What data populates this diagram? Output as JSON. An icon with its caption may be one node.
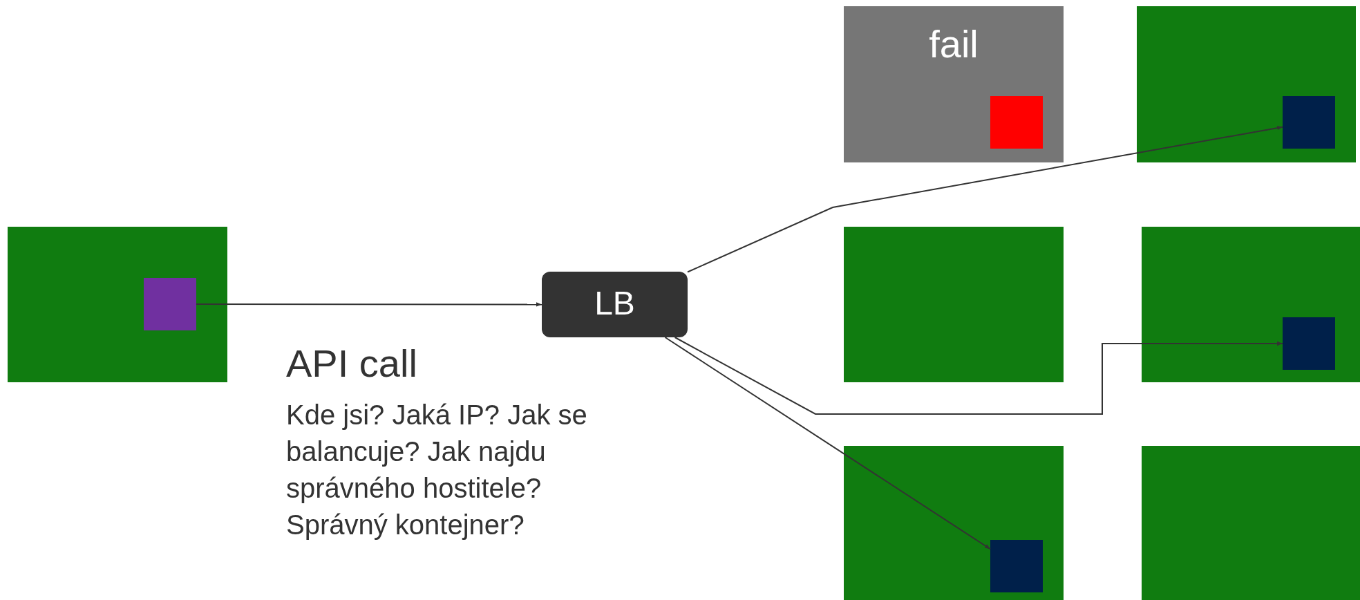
{
  "diagram": {
    "nodes": [
      {
        "text": [
          "fail"
        ]
      },
      {
        "text": [],
        "shape": "box",
        "in": 0
      },
      {
        "text": [],
        "shape": "box"
      },
      {
        "text": [],
        "shape": "box",
        "in": 2
      },
      {
        "text": [],
        "shape": "box"
      },
      {
        "text": [],
        "shape": "box",
        "in": 4
      },
      {
        "text": [
          "LB"
        ]
      },
      {
        "text": [],
        "shape": "box"
      },
      {
        "text": [],
        "shape": "box"
      },
      {
        "text": [],
        "shape": "box",
        "in": 8
      },
      {
        "text": [],
        "shape": "box"
      },
      {
        "text": [],
        "shape": "box",
        "in": 10
      },
      {
        "text": [],
        "shape": "box"
      }
    ],
    "edges": [
      {
        "from": 5,
        "to": 6,
        "arrow": "to"
      },
      {
        "from": 6,
        "to": 3,
        "arrow": "to"
      },
      {
        "from": 6,
        "to": 9,
        "arrow": "to"
      },
      {
        "from": 6,
        "to": 11,
        "arrow": "to"
      }
    ],
    "labels": [
      "API call",
      "Kde jsi? Jaká IP? Jak se balancuje? Jak najdu správného hostitele? Správný kontejner?"
    ]
  }
}
